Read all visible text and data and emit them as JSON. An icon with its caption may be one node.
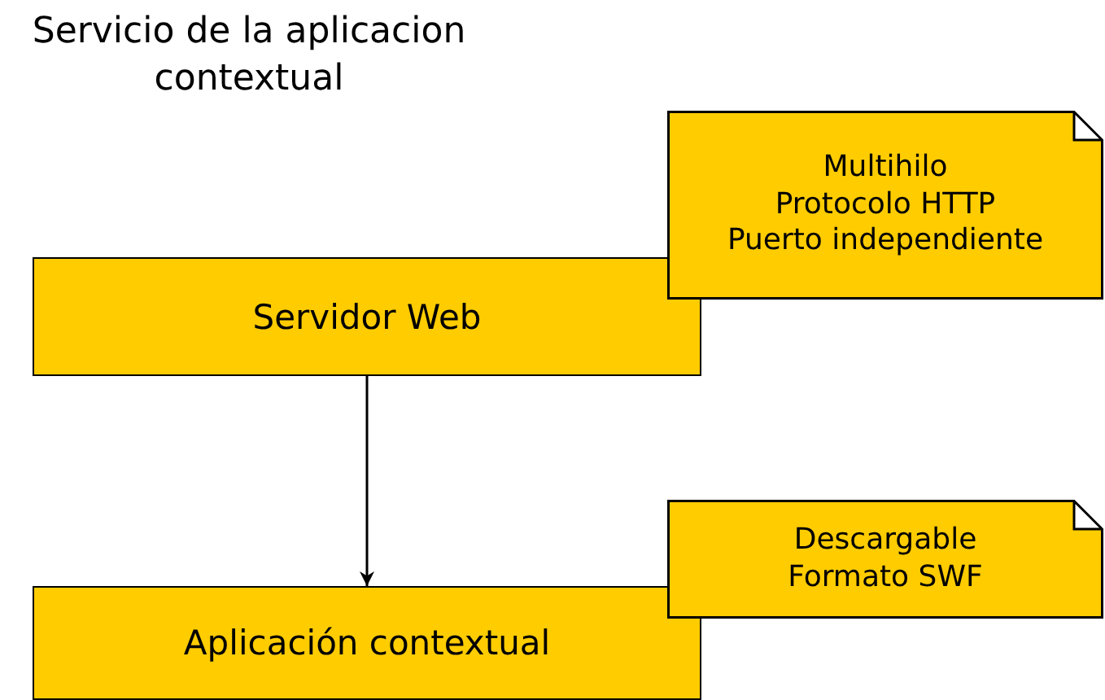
{
  "diagram": {
    "title": "Servicio de la aplicacion contextual",
    "nodes": [
      {
        "text": [
          "Servidor Web"
        ]
      },
      {
        "text": [
          "Multihilo",
          "Protocolo HTTP",
          "Puerto independiente"
        ]
      },
      {
        "text": [
          "Aplicación contextual"
        ]
      },
      {
        "text": [
          "Descargable",
          "Formato SWF"
        ]
      }
    ],
    "edges": [
      {
        "from": 0,
        "to": 2,
        "arrow": "to"
      }
    ]
  }
}
